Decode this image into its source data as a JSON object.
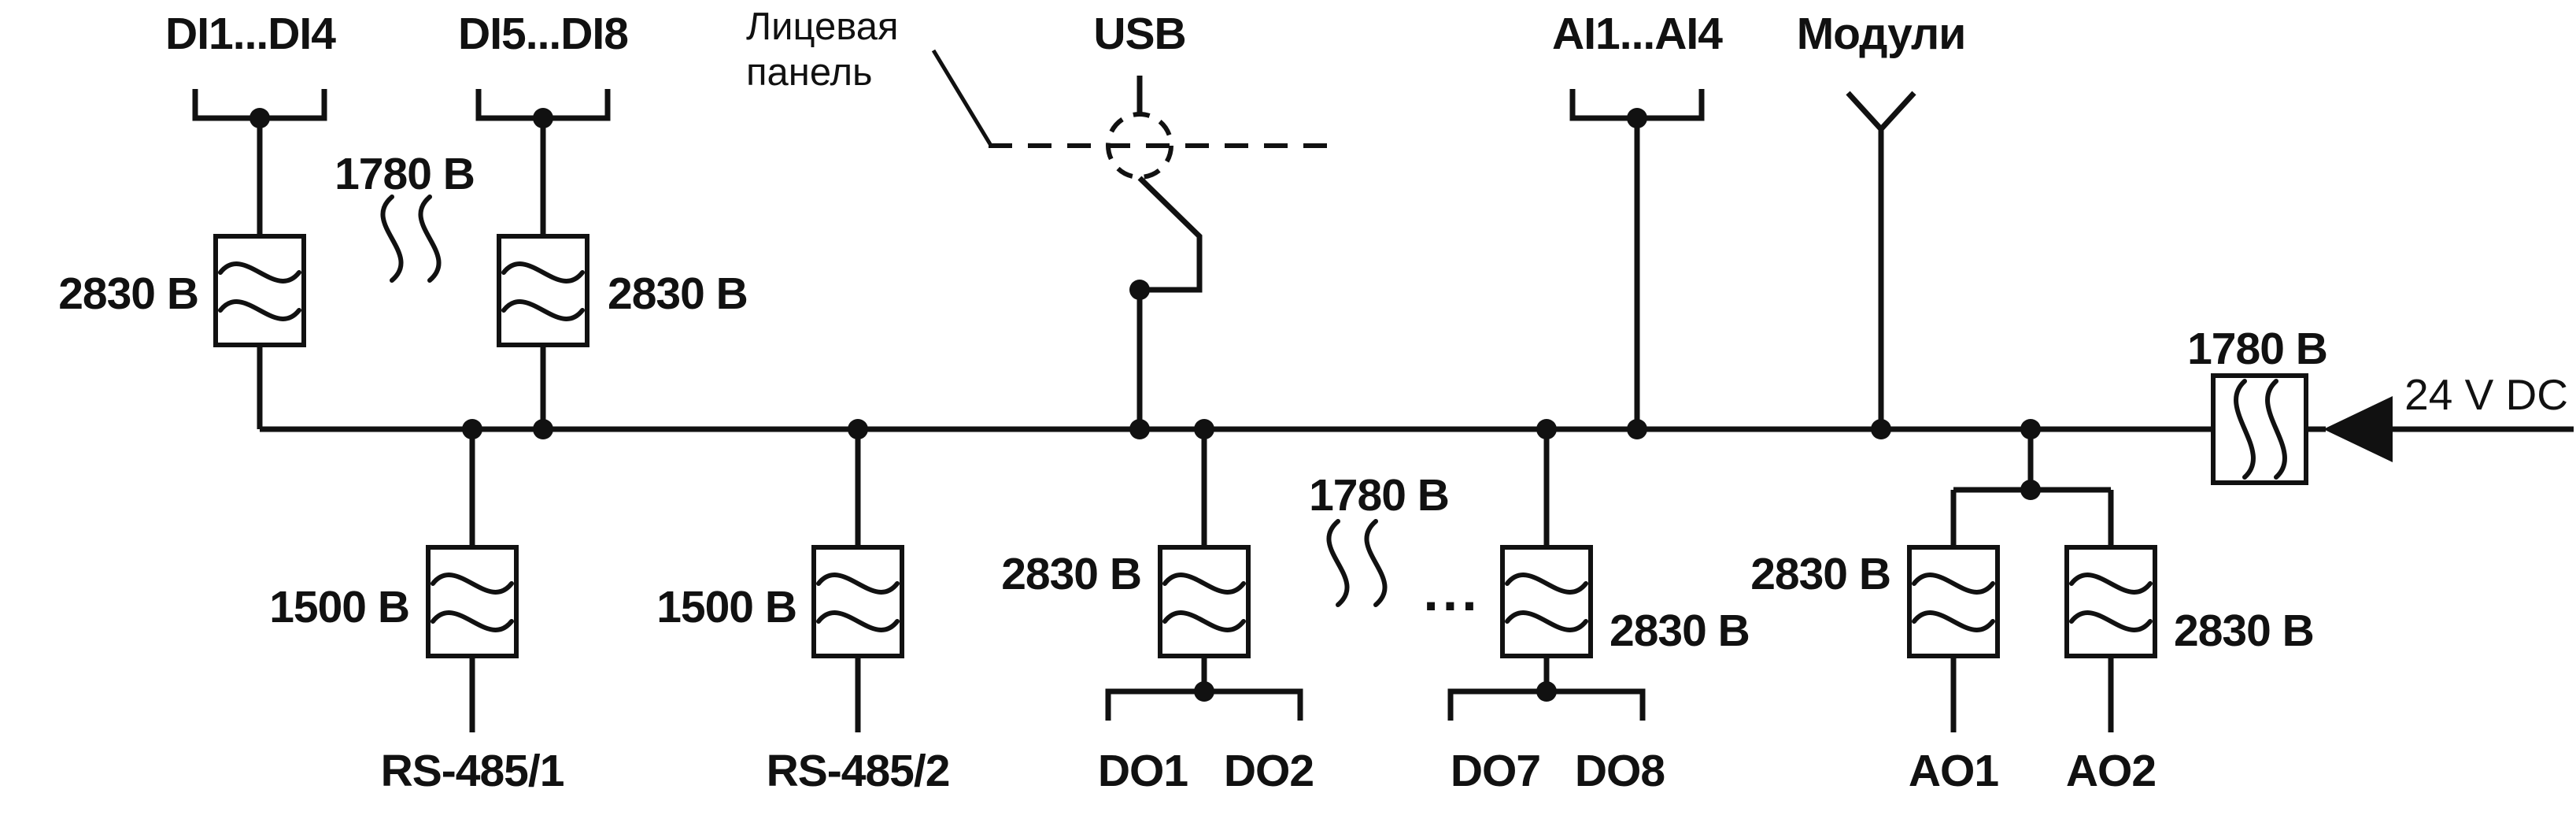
{
  "diagram": {
    "type": "galvanic-isolation-scheme",
    "top": {
      "di_group_1": {
        "label": "DI1...DI4",
        "barrier_voltage": "2830 В"
      },
      "di_gap_voltage": "1780 В",
      "di_group_2": {
        "label": "DI5...DI8",
        "barrier_voltage": "2830 В"
      },
      "front_panel": {
        "line1": "Лицевая",
        "line2": "панель"
      },
      "usb": {
        "label": "USB"
      },
      "ai_group": {
        "label": "AI1...AI4"
      },
      "modules": {
        "label": "Модули"
      }
    },
    "bottom": {
      "rs485_1": {
        "label": "RS-485/1",
        "barrier_voltage": "1500 В"
      },
      "rs485_2": {
        "label": "RS-485/2",
        "barrier_voltage": "1500 В"
      },
      "do_group_1": {
        "labels": [
          "DO1",
          "DO2"
        ],
        "barrier_voltage": "2830 В"
      },
      "do_gap_voltage": "1780 В",
      "ellipsis": "...",
      "do_group_2": {
        "labels": [
          "DO7",
          "DO8"
        ],
        "barrier_voltage": "2830 В"
      },
      "ao": {
        "labels": [
          "AO1",
          "AO2"
        ],
        "barrier_voltage_left": "2830 В",
        "barrier_voltage_right": "2830 В"
      }
    },
    "power": {
      "label": "24 V DC",
      "barrier_voltage": "1780 В"
    },
    "colors": {
      "line": "#111111",
      "background": "#ffffff"
    }
  }
}
